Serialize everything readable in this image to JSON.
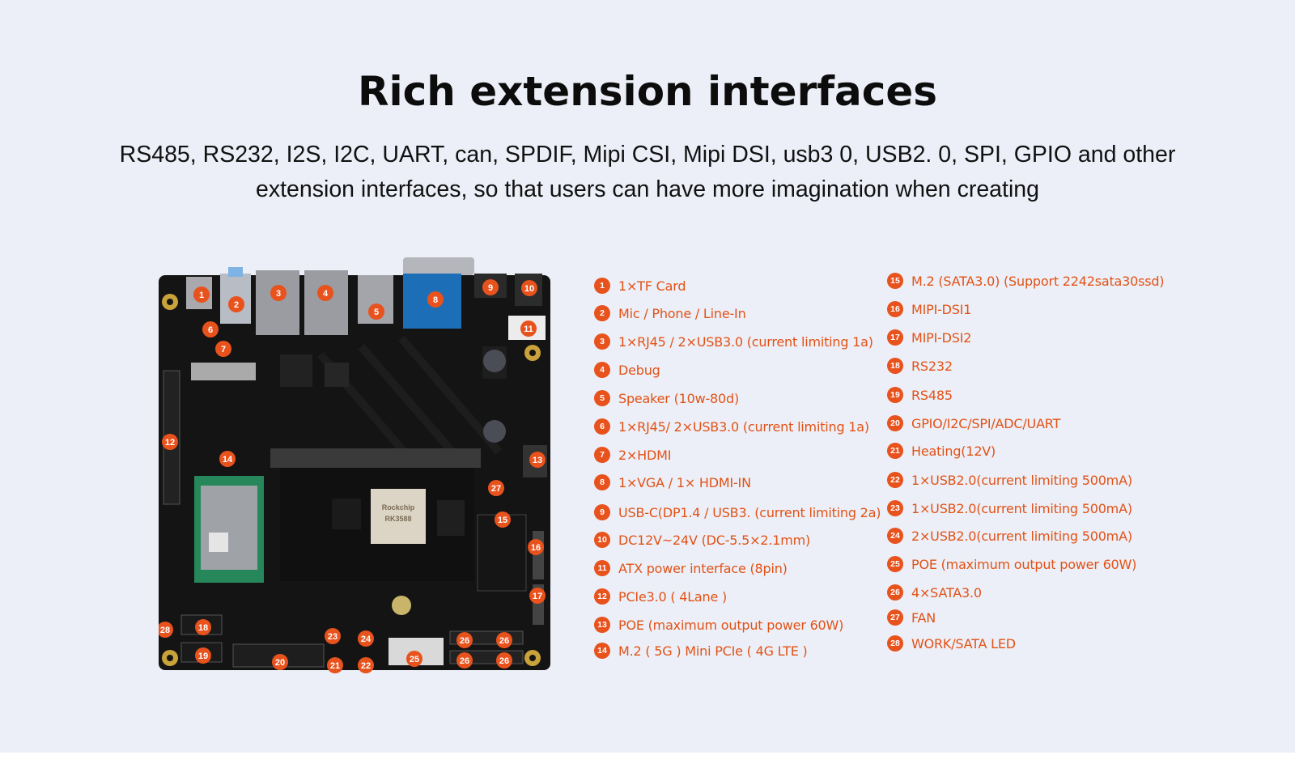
{
  "header": {
    "title": "Rich extension interfaces",
    "subtitle_line1": "RS485, RS232, I2S, I2C, UART, can, SPDIF, Mipi CSI, Mipi DSI, usb3 0, USB2. 0, SPI, GPIO and other",
    "subtitle_line2": "extension interfaces, so that users can have more imagination when creating"
  },
  "colors": {
    "accent": "#e8521d",
    "background": "#eceff7",
    "board": "#141414"
  },
  "legend": [
    {
      "num": "1",
      "label": "1×TF Card"
    },
    {
      "num": "2",
      "label": "Mic / Phone / Line-In"
    },
    {
      "num": "3",
      "label": "1×RJ45 / 2×USB3.0 (current limiting 1a)"
    },
    {
      "num": "4",
      "label": "Debug"
    },
    {
      "num": "5",
      "label": "Speaker (10w-80d)"
    },
    {
      "num": "6",
      "label": "1×RJ45/ 2×USB3.0 (current limiting 1a)"
    },
    {
      "num": "7",
      "label": "2×HDMI"
    },
    {
      "num": "8",
      "label": "1×VGA / 1× HDMI-IN"
    },
    {
      "num": "9",
      "label": "USB-C(DP1.4 / USB3. (current limiting 2a)"
    },
    {
      "num": "10",
      "label": "DC12V~24V (DC-5.5×2.1mm)"
    },
    {
      "num": "11",
      "label": "ATX power interface (8pin)"
    },
    {
      "num": "12",
      "label": "PCIe3.0 ( 4Lane )"
    },
    {
      "num": "13",
      "label": "POE (maximum output power 60W)"
    },
    {
      "num": "14",
      "label": "M.2 ( 5G ) Mini PCIe ( 4G LTE )"
    },
    {
      "num": "15",
      "label": "M.2 (SATA3.0) (Support 2242sata30ssd)"
    },
    {
      "num": "16",
      "label": "MIPI-DSI1"
    },
    {
      "num": "17",
      "label": "MIPI-DSI2"
    },
    {
      "num": "18",
      "label": "RS232"
    },
    {
      "num": "19",
      "label": "RS485"
    },
    {
      "num": "20",
      "label": "GPIO/I2C/SPI/ADC/UART"
    },
    {
      "num": "21",
      "label": "Heating(12V)"
    },
    {
      "num": "22",
      "label": "1×USB2.0(current limiting 500mA)"
    },
    {
      "num": "23",
      "label": "1×USB2.0(current limiting 500mA)"
    },
    {
      "num": "24",
      "label": "2×USB2.0(current limiting 500mA)"
    },
    {
      "num": "25",
      "label": "POE (maximum output power 60W)"
    },
    {
      "num": "26",
      "label": "4×SATA3.0"
    },
    {
      "num": "27",
      "label": "FAN"
    },
    {
      "num": "28",
      "label": "WORK/SATA LED"
    }
  ],
  "board_markers": [
    "1",
    "2",
    "3",
    "4",
    "5",
    "6",
    "7",
    "8",
    "9",
    "10",
    "11",
    "12",
    "13",
    "14",
    "15",
    "16",
    "17",
    "18",
    "19",
    "20",
    "21",
    "22",
    "23",
    "24",
    "25",
    "26",
    "26",
    "26",
    "26",
    "27",
    "28"
  ],
  "board_text": {
    "module_brand": "Rockchip",
    "module_chip": "RK3588"
  }
}
